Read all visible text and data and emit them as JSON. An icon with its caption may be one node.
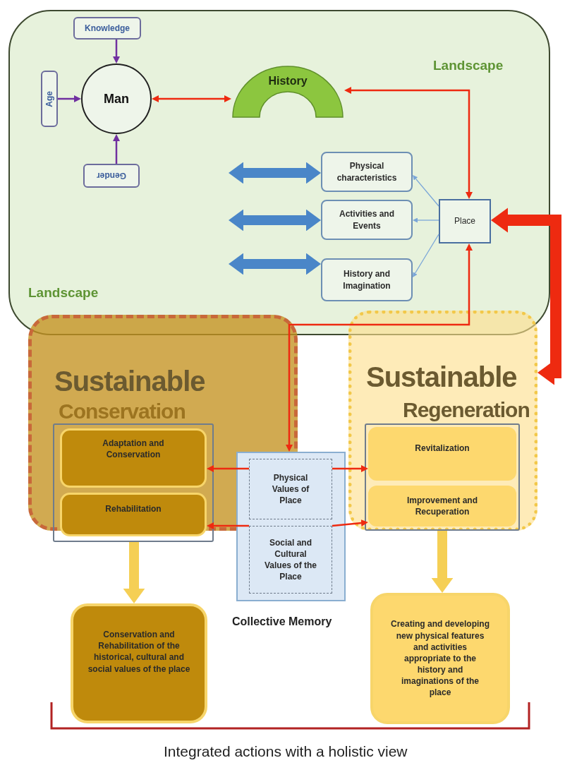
{
  "diagram": {
    "caption": "Integrated actions with a holistic view",
    "nodes": [
      {
        "text": [
          "Landscape",
          "Landscape"
        ]
      },
      {
        "text": [
          "Knowledge"
        ],
        "in": 0
      },
      {
        "text": [
          "Age"
        ],
        "in": 0
      },
      {
        "text": [
          "Man"
        ],
        "in": 0
      },
      {
        "text": [
          "Gender"
        ],
        "in": 0
      },
      {
        "text": [
          "History"
        ],
        "in": 0
      },
      {
        "text": [
          "Physical characteristics"
        ],
        "in": 0
      },
      {
        "text": [
          "Activities and Events"
        ],
        "in": 0
      },
      {
        "text": [
          "History and Imagination"
        ],
        "in": 0
      },
      {
        "text": [
          "Place"
        ],
        "in": 0
      },
      {
        "text": [
          "Sustainable",
          "Conservation"
        ]
      },
      {
        "text": [],
        "shape": "box",
        "in": 10
      },
      {
        "text": [
          "Adaptation and Conservation"
        ],
        "in": 11
      },
      {
        "text": [
          "Rehabilitation"
        ],
        "in": 11
      },
      {
        "text": [
          "Sustainable",
          "Regeneration"
        ]
      },
      {
        "text": [],
        "shape": "box",
        "in": 14
      },
      {
        "text": [
          "Revitalization"
        ],
        "in": 15
      },
      {
        "text": [
          "Improvement and Recuperation"
        ],
        "in": 15
      },
      {
        "text": [
          "Collective Memory"
        ]
      },
      {
        "text": [
          "Physical Values of Place"
        ],
        "in": 18
      },
      {
        "text": [
          "Social and Cultural Values of the Place"
        ],
        "in": 18
      },
      {
        "text": [
          "Conservation and Rehabilitation of the historical, cultural and social values of the place"
        ]
      },
      {
        "text": [
          "Creating and developing new physical features and activities appropriate to the history and imaginations of the place"
        ]
      }
    ],
    "edges": [
      {
        "from": 1,
        "to": 3,
        "arrow": "to",
        "color": "#7030a0"
      },
      {
        "from": 2,
        "to": 3,
        "arrow": "to",
        "color": "#7030a0"
      },
      {
        "from": 4,
        "to": 3,
        "arrow": "to",
        "color": "#7030a0"
      },
      {
        "from": 3,
        "to": 5,
        "arrow": "both"
      },
      {
        "from": 5,
        "to": 9,
        "arrow": "both"
      },
      {
        "from": 9,
        "to": 6,
        "arrow": "to",
        "color": "#7aa6d8"
      },
      {
        "from": 9,
        "to": 7,
        "arrow": "to",
        "color": "#7aa6d8"
      },
      {
        "from": 9,
        "to": 8,
        "arrow": "to",
        "color": "#7aa6d8"
      },
      {
        "from": null,
        "to": 6,
        "arrow": "both",
        "style": "thick",
        "color": "#4a86c8"
      },
      {
        "from": null,
        "to": 7,
        "arrow": "both",
        "style": "thick",
        "color": "#4a86c8"
      },
      {
        "from": null,
        "to": 8,
        "arrow": "both",
        "style": "thick",
        "color": "#4a86c8"
      },
      {
        "from": 9,
        "to": 18,
        "arrow": "both"
      },
      {
        "from": 19,
        "to": 12,
        "arrow": "to"
      },
      {
        "from": 19,
        "to": 16,
        "arrow": "to"
      },
      {
        "from": 20,
        "to": 13,
        "arrow": "to"
      },
      {
        "from": 20,
        "to": 17,
        "arrow": "to"
      },
      {
        "from": 9,
        "to": 14,
        "arrow": "both",
        "style": "thick"
      },
      {
        "from": 11,
        "to": 21,
        "arrow": "to",
        "style": "thick",
        "color": "#f5cf55"
      },
      {
        "from": 15,
        "to": 22,
        "arrow": "to",
        "style": "thick",
        "color": "#f5cf55"
      }
    ]
  }
}
